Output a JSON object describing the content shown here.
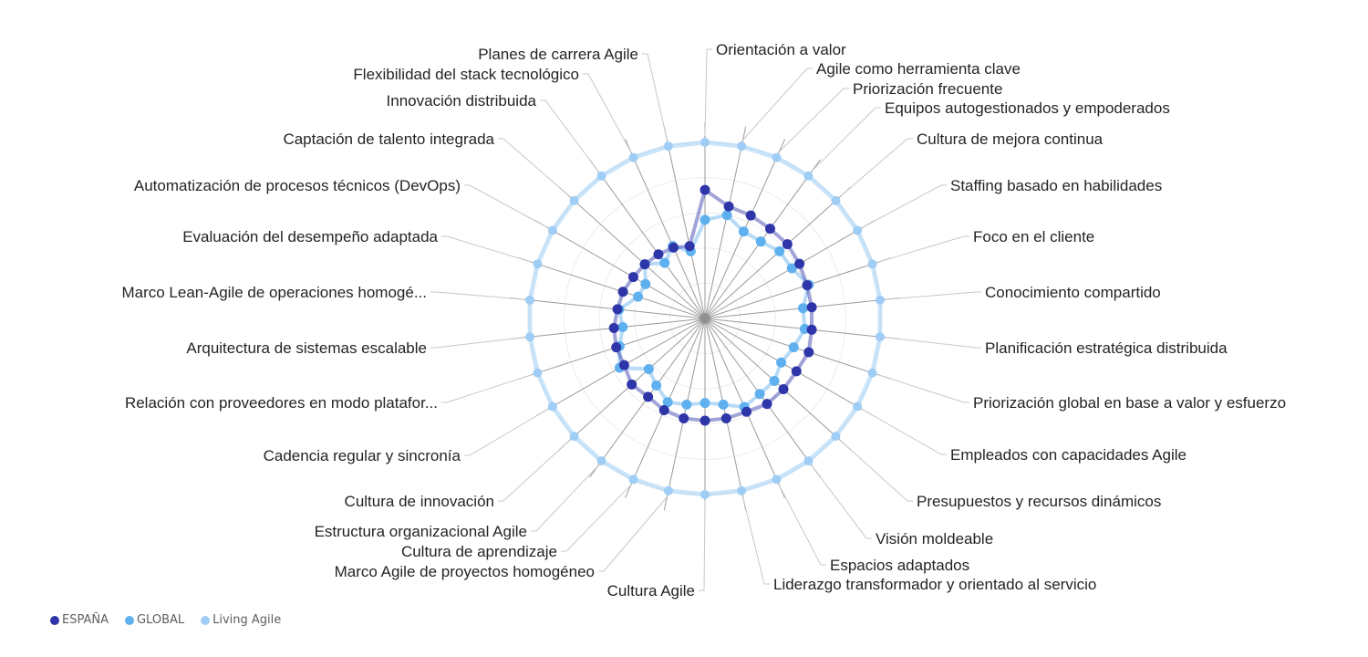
{
  "chart_data": {
    "type": "radar",
    "title": "",
    "scale": [
      0,
      100
    ],
    "gridlines": 5,
    "categories": [
      "Orientación a valor",
      "Agile como herramienta clave",
      "Priorización frecuente",
      "Equipos autogestionados y empoderados",
      "Cultura de mejora continua",
      "Staffing basado en habilidades",
      "Foco en el cliente",
      "Conocimiento compartido",
      "Planificación estratégica distribuida",
      "Priorización global en base a valor y esfuerzo",
      "Empleados con capacidades Agile",
      "Presupuestos y recursos dinámicos",
      "Visión moldeable",
      "Espacios adaptados",
      "Liderazgo transformador y orientado al servicio",
      "Cultura Agile",
      "Marco Agile de proyectos homogéneo",
      "Cultura de aprendizaje",
      "Estructura organizacional Agile",
      "Cultura de innovación",
      "Cadencia regular y sincronía",
      "Relación con proveedores en modo platafor...",
      "Arquitectura de sistemas escalable",
      "Marco Lean-Agile de operaciones homogé...",
      "Evaluación del desempeño adaptada",
      "Automatización de procesos técnicos (DevOps)",
      "Captación de talento integrada",
      "Innovación distribuida",
      "Flexibilidad del stack tecnológico",
      "Planes de carrera Agile"
    ],
    "series": [
      {
        "name": "Living Agile",
        "color": "#9fcdf5",
        "values": [
          100,
          100,
          100,
          100,
          100,
          100,
          100,
          100,
          100,
          100,
          100,
          100,
          100,
          100,
          100,
          100,
          100,
          100,
          100,
          100,
          100,
          100,
          100,
          100,
          100,
          100,
          100,
          100,
          100,
          100
        ]
      },
      {
        "name": "GLOBAL",
        "color": "#5fb0ee",
        "values": [
          56,
          60,
          54,
          54,
          57,
          57,
          62,
          56,
          57,
          53,
          50,
          53,
          53,
          55,
          50,
          48,
          50,
          52,
          47,
          43,
          56,
          51,
          47,
          49,
          40,
          39,
          46,
          39,
          45,
          39
        ]
      },
      {
        "name": "ESPAÑA",
        "color": "#2e35a8",
        "values": [
          73,
          65,
          64,
          63,
          63,
          62,
          61,
          61,
          61,
          62,
          60,
          60,
          60,
          58,
          58,
          58,
          58,
          57,
          55,
          56,
          53,
          53,
          52,
          50,
          49,
          47,
          46,
          45,
          44,
          42
        ]
      }
    ],
    "legend_position": "bottom-left"
  },
  "legend": {
    "items": [
      {
        "label": "ESPAÑA",
        "color": "#2e35a8"
      },
      {
        "label": "GLOBAL",
        "color": "#5fb0ee"
      },
      {
        "label": "Living Agile",
        "color": "#9fcdf5"
      }
    ]
  }
}
